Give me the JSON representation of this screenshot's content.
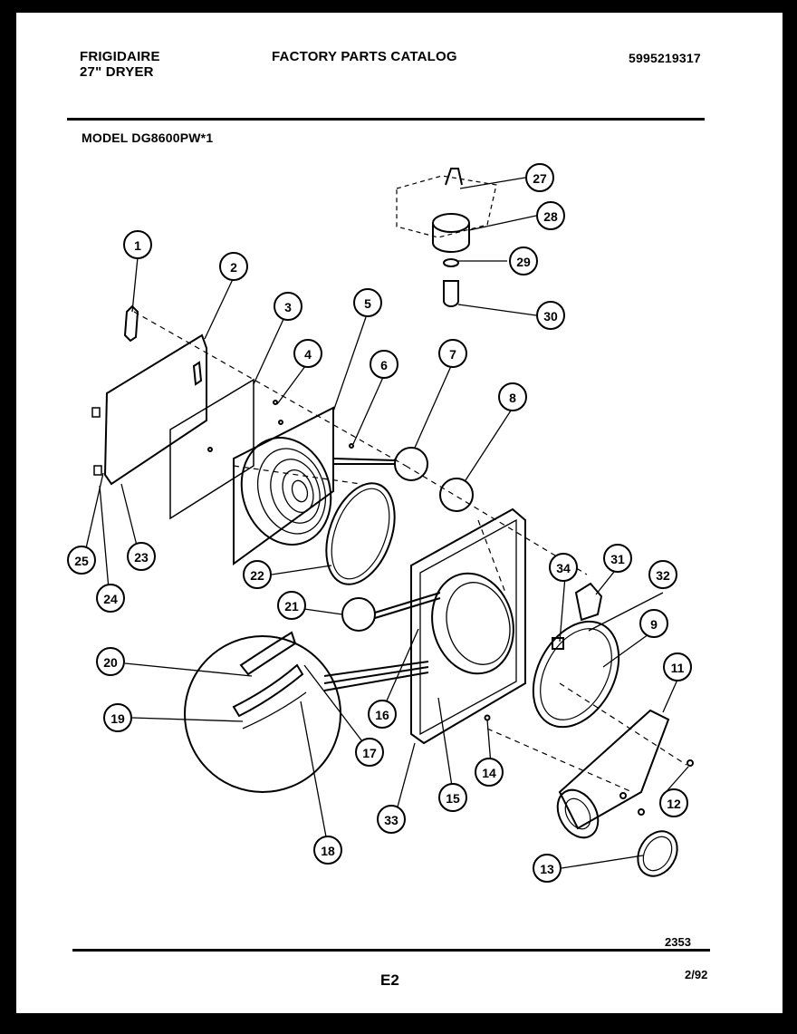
{
  "header": {
    "brand": "FRIGIDAIRE",
    "product": "27\" DRYER",
    "title": "FACTORY PARTS CATALOG",
    "part_number": "5995219317",
    "model": "MODEL DG8600PW*1"
  },
  "footer": {
    "drawing_number": "2353",
    "page": "E2",
    "revision_date": "2/92"
  },
  "callouts": [
    "1",
    "2",
    "3",
    "4",
    "5",
    "6",
    "7",
    "8",
    "9",
    "11",
    "12",
    "13",
    "14",
    "15",
    "16",
    "17",
    "18",
    "19",
    "20",
    "21",
    "22",
    "23",
    "24",
    "25",
    "27",
    "28",
    "29",
    "30",
    "31",
    "32",
    "33",
    "34"
  ]
}
